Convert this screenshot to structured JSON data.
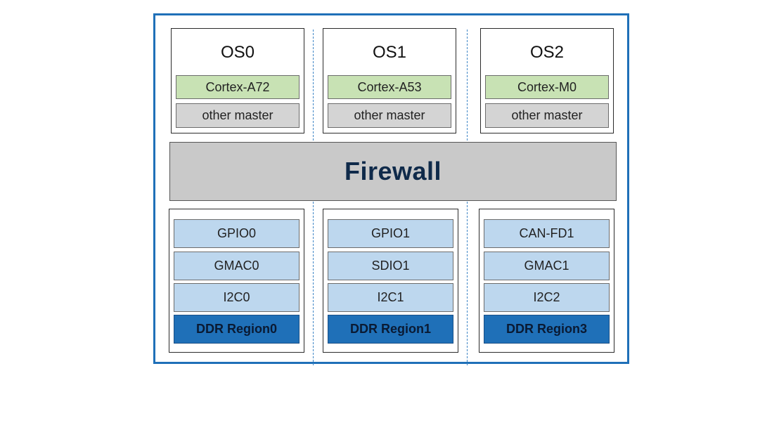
{
  "colors": {
    "frame_border": "#1f70b8",
    "cpu_fill": "#c8e2b4",
    "master_fill": "#d4d4d4",
    "firewall_fill": "#c9c9c9",
    "peripheral_fill": "#bdd7ee",
    "ddr_fill": "#1f70b8"
  },
  "os_domains": [
    {
      "title": "OS0",
      "cpu": "Cortex-A72",
      "master": "other master"
    },
    {
      "title": "OS1",
      "cpu": "Cortex-A53",
      "master": "other master"
    },
    {
      "title": "OS2",
      "cpu": "Cortex-M0",
      "master": "other master"
    }
  ],
  "firewall": {
    "label": "Firewall"
  },
  "resource_groups": [
    {
      "peripherals": [
        "GPIO0",
        "GMAC0",
        "I2C0"
      ],
      "ddr": "DDR Region0"
    },
    {
      "peripherals": [
        "GPIO1",
        "SDIO1",
        "I2C1"
      ],
      "ddr": "DDR Region1"
    },
    {
      "peripherals": [
        "CAN-FD1",
        "GMAC1",
        "I2C2"
      ],
      "ddr": "DDR Region3"
    }
  ]
}
